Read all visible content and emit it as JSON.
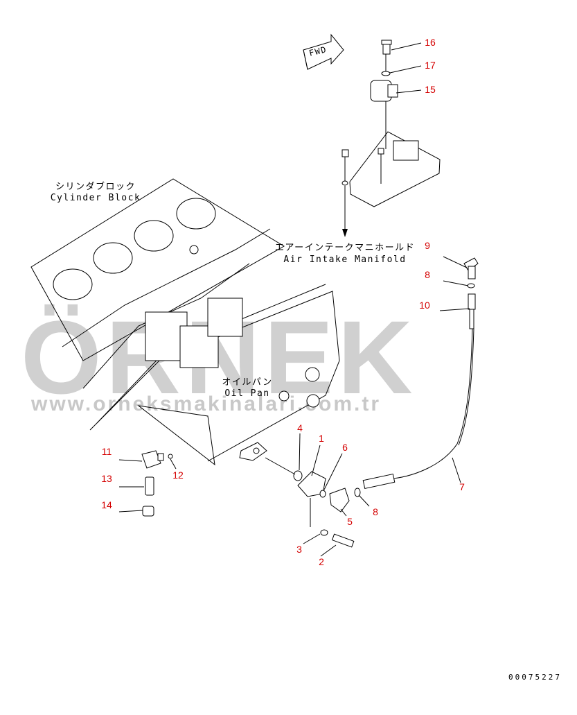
{
  "watermark": {
    "brand": "ÖRNEK",
    "url": "www.orneksmakinalari.com.tr"
  },
  "fwd_label": "FWD",
  "labels": {
    "cylinder_block_jp": "シリンダブロック",
    "cylinder_block_en": "Cylinder Block",
    "air_intake_jp": "エアーインテークマニホールド",
    "air_intake_en": "Air Intake Manifold",
    "oil_pan_jp": "オイルパン",
    "oil_pan_en": "Oil Pan"
  },
  "part_numbers": [
    "16",
    "17",
    "15",
    "9",
    "8",
    "10",
    "11",
    "12",
    "13",
    "14",
    "4",
    "1",
    "6",
    "7",
    "8",
    "5",
    "3",
    "2"
  ],
  "doc_number": "00075227"
}
